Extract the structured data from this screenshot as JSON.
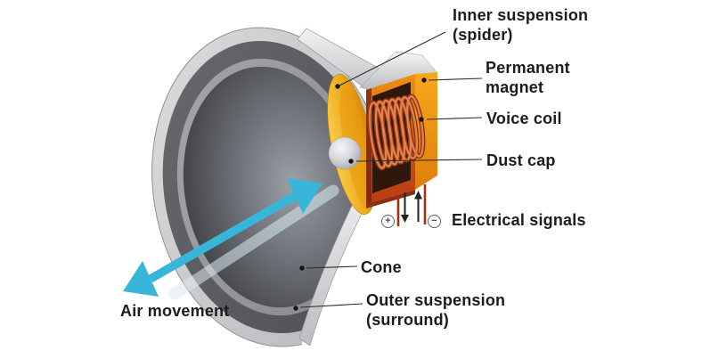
{
  "figure": {
    "type": "cutaway-diagram",
    "subject": "Loudspeaker driver cross-section"
  },
  "labels": {
    "inner_suspension": {
      "line1": "Inner suspension",
      "line2": "(spider)"
    },
    "permanent_magnet": {
      "line1": "Permanent",
      "line2": "magnet"
    },
    "voice_coil": {
      "line1": "Voice coil"
    },
    "dust_cap": {
      "line1": "Dust cap"
    },
    "electrical_signals": {
      "line1": "Electrical signals"
    },
    "cone": {
      "line1": "Cone"
    },
    "outer_suspension": {
      "line1": "Outer suspension",
      "line2": "(surround)"
    },
    "air_movement": {
      "line1": "Air movement"
    }
  },
  "terminals": {
    "plus": "+",
    "minus": "−"
  },
  "colors": {
    "background": "#FFFFFF",
    "text": "#1C1C1C",
    "leader_line": "#2C2C2C",
    "air_arrow_cyan": "#38B6DA",
    "magnet_side_orange": "#F2990F",
    "magnet_front_orange": "#D9591A",
    "coil_copper": "#DD7B45",
    "spider_yellow": "#F0AC1C",
    "dust_cap_gray": "#D8D9DC",
    "cone_dark_gray": "#4A4C50",
    "rim_silver": "#C9CBCE",
    "wire_red": "#A62E10"
  }
}
